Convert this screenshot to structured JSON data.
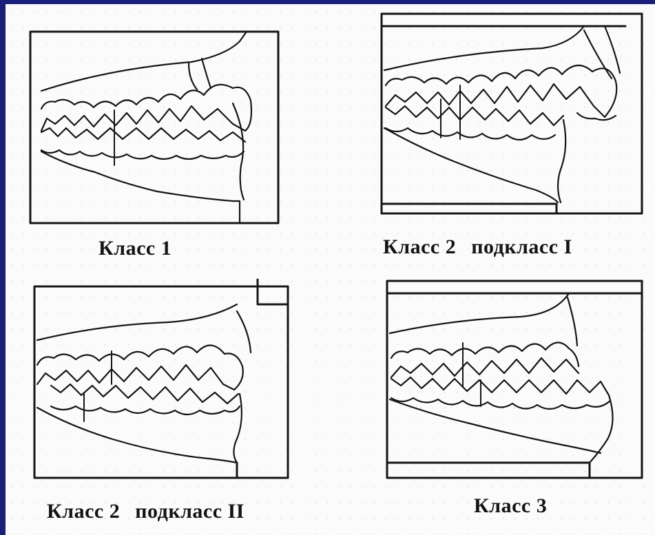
{
  "colors": {
    "frame_background": "#1a1f7a",
    "paper": "#fbfbfb",
    "ink": "#141414"
  },
  "figures": [
    {
      "id": "class-1",
      "caption_class": "Класс  1",
      "caption_sub": ""
    },
    {
      "id": "class-2-1",
      "caption_class": "Класс 2",
      "caption_sub": "подкласс  I"
    },
    {
      "id": "class-2-2",
      "caption_class": "Класс 2",
      "caption_sub": "подкласс  II"
    },
    {
      "id": "class-3",
      "caption_class": "Класс 3",
      "caption_sub": ""
    }
  ]
}
